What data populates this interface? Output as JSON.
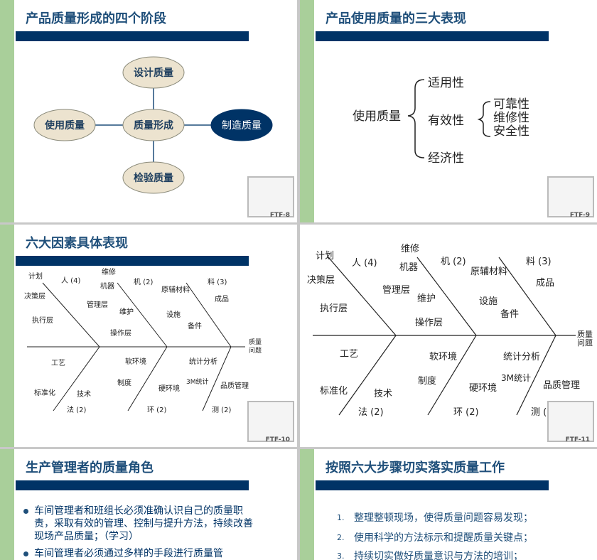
{
  "slides": {
    "s1": {
      "title": "产品质量形成的四个阶段",
      "center": "质量形成",
      "top": "设计质量",
      "left": "使用质量",
      "right": "制造质量",
      "bottom": "检验质量",
      "page": "FTF-8"
    },
    "s2": {
      "title": "产品使用质量的三大表现",
      "root": "使用质量",
      "items": [
        "适用性",
        "有效性",
        "经济性"
      ],
      "sub": [
        "可靠性",
        "维修性",
        "安全性"
      ],
      "page": "FTF-9"
    },
    "s3": {
      "title": "六大因素具体表现",
      "page": "FTF-10"
    },
    "s4": {
      "page": "FTF-11"
    },
    "fishbone": {
      "head": "质量",
      "head2": "问题",
      "top_labels": {
        "jihua": "计划",
        "ren": "人 (4)",
        "weixiu": "维修",
        "ji": "机 (2)",
        "fuliao": "原辅材料",
        "liao": "料 (3)",
        "juece": "决策层",
        "jiqi": "机器",
        "guanli": "管理层",
        "chengpin": "成品",
        "weihu": "维护",
        "zhixing": "执行层",
        "sheshi": "设施",
        "shebei": "备件",
        "caozuo": "操作层"
      },
      "bottom_labels": {
        "gongyi": "工艺",
        "ruanhuanjing": "软环境",
        "tongji": "统计分析",
        "biaozhun": "标准化",
        "zhidu": "制度",
        "m3": "3M统计",
        "jishu": "技术",
        "yinghuanjing": "硬环境",
        "pinzhi": "品质管理",
        "fa": "法 (2)",
        "huan": "环 (2)",
        "ce": "测 (2)"
      }
    },
    "s5": {
      "title": "生产管理者的质量角色",
      "bullets": [
        "车间管理者和班组长必须准确认识自己的质量职责，采取有效的管理、控制与提升方法，持续改善现场产品质量；（学习）",
        "车间管理者必须通过多样的手段进行质量管"
      ]
    },
    "s6": {
      "title": "按照六大步骤切实落实质量工作",
      "steps": [
        {
          "n": "1.",
          "text": "整理整顿现场，使得质量问题容易发现；"
        },
        {
          "n": "2.",
          "text": "使用科学的方法标示和提醒质量关键点；"
        },
        {
          "n": "3.",
          "text": "持续切实做好质量意识与方法的培训；"
        }
      ]
    }
  },
  "colors": {
    "navy": "#003366",
    "green": "#a9cf9a",
    "beige": "#ece3cf"
  }
}
